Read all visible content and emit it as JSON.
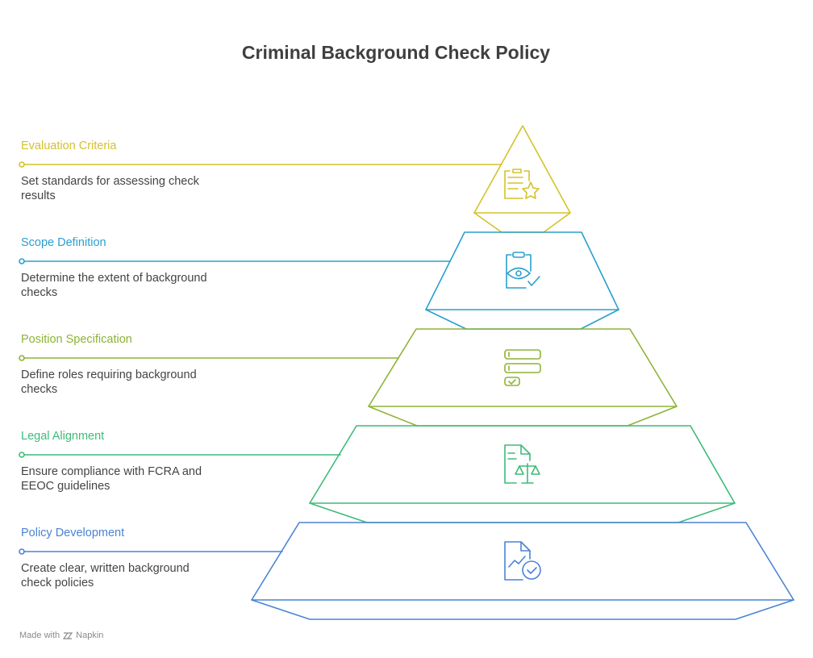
{
  "title": "Criminal Background Check Policy",
  "layers": [
    {
      "title": "Evaluation Criteria",
      "description": "Set standards for assessing check results",
      "color": "#d4c22a",
      "icon": "clipboard-star-icon"
    },
    {
      "title": "Scope Definition",
      "description": "Determine the extent of background checks",
      "color": "#2a9fcf",
      "icon": "clipboard-eye-check-icon"
    },
    {
      "title": "Position Specification",
      "description": "Define roles requiring background checks",
      "color": "#8db336",
      "icon": "role-list-icon"
    },
    {
      "title": "Legal Alignment",
      "description": "Ensure compliance with FCRA and EEOC guidelines",
      "color": "#3dbb79",
      "icon": "document-scales-icon"
    },
    {
      "title": "Policy Development",
      "description": "Create clear, written background check policies",
      "color": "#4a83d6",
      "icon": "document-chart-check-icon"
    }
  ],
  "footer": {
    "made_with": "Made with",
    "brand": "Napkin"
  }
}
